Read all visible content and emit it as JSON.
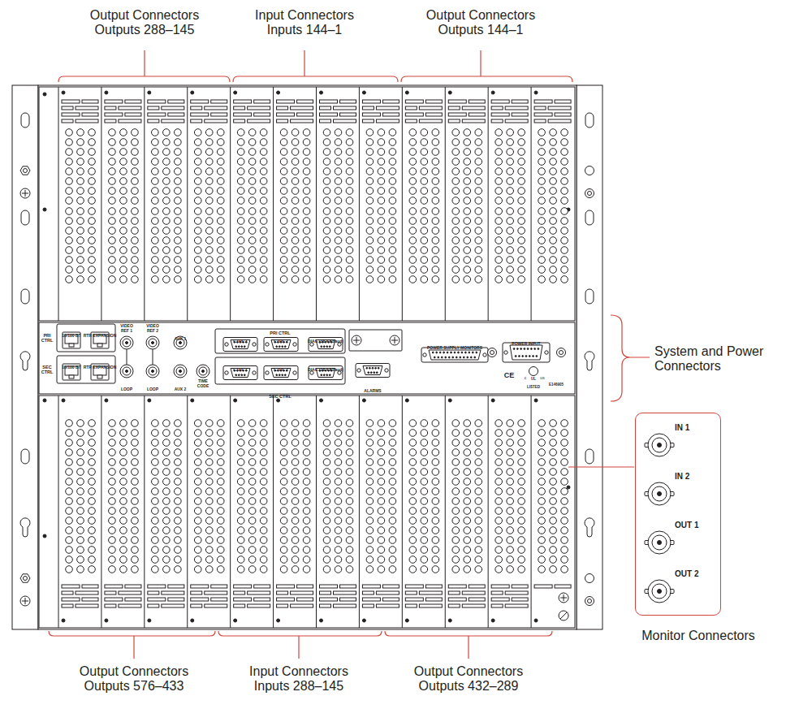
{
  "diagram": {
    "nodes": [
      {
        "text": [
          "IN 1",
          "IN 2",
          "OUT 1",
          "OUT 2"
        ]
      }
    ],
    "labels": [
      "Output Connectors Outputs 288–145",
      "Input Connectors Inputs 144–1",
      "Output Connectors Outputs 144–1",
      "System and Power Connectors",
      "Monitor Connectors",
      "Output Connectors Outputs 576–433",
      "Input Connectors Inputs 288–145",
      "Output Connectors Outputs 432–289",
      "PRI CTRL",
      "10/100 BT",
      "RTR EXPANSION",
      "SEC CTRL",
      "10/100 BT",
      "RTR EXPANSION",
      "VIDEO REF 1",
      "VIDEO REF 2",
      "AUX 1",
      "LOOP",
      "LOOP",
      "AUX 2",
      "TIME CODE",
      "PRI CTRL",
      "CTRL 1",
      "CTRL 2",
      "DIAG (38.4 Kbaud)",
      "CTRL 1",
      "CTRL 2",
      "DIAG (38.4 Kbaud)",
      "SEC CTRL",
      "ALARMS",
      "POWER SUPPLY MONITORS",
      "POWER INPUT",
      "CE",
      "c",
      "UL",
      "us",
      "LISTED",
      "E146905"
    ]
  }
}
